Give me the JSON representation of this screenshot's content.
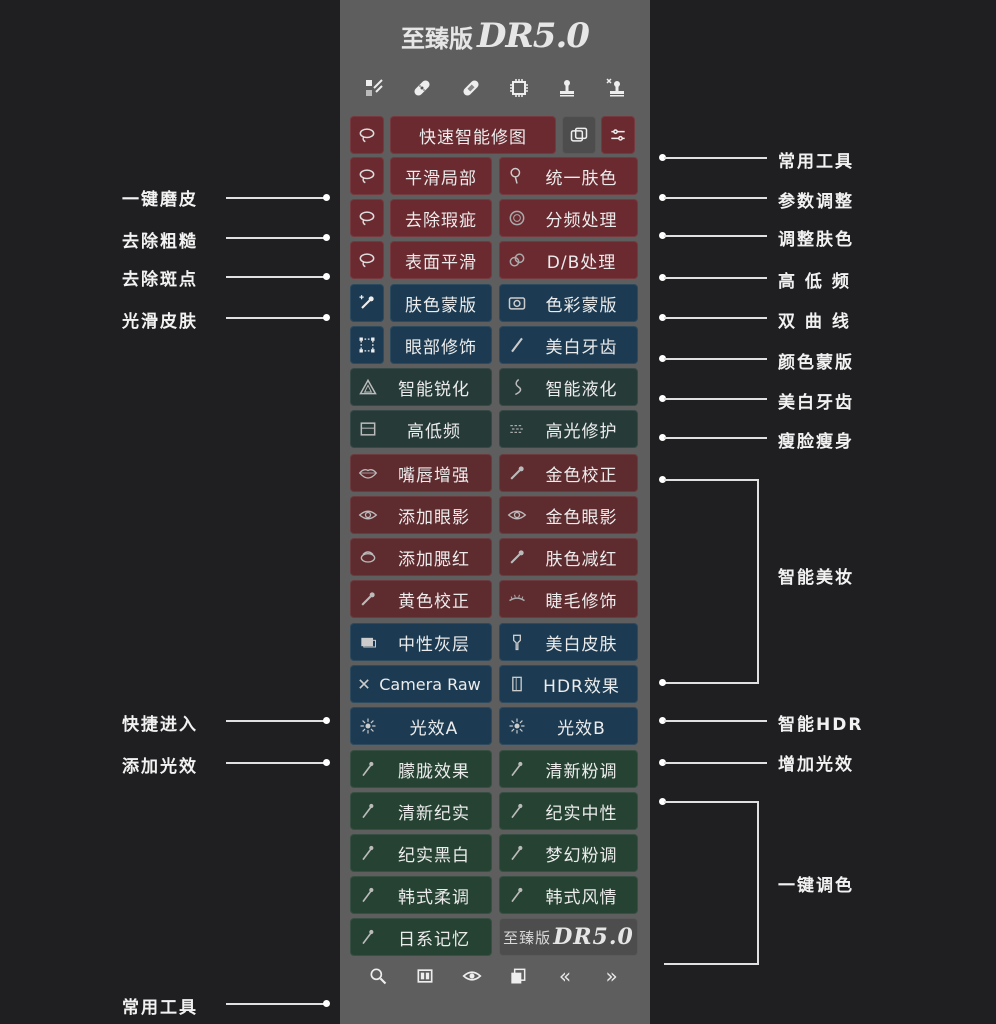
{
  "brand": {
    "cn": "至臻版",
    "en": "DR5.0"
  },
  "top_tools": [
    "brush-stamp-icon",
    "bandage-icon",
    "bandage-icon",
    "chip-icon",
    "stamp-icon",
    "stamp-x-icon"
  ],
  "quick": {
    "label": "快速智能修图"
  },
  "rows": [
    {
      "left": "平滑局部",
      "right": "统一肤色"
    },
    {
      "left": "去除瑕疵",
      "right": "分频处理"
    },
    {
      "left": "表面平滑",
      "right": "D/B处理"
    },
    {
      "left": "肤色蒙版",
      "right": "色彩蒙版"
    },
    {
      "left": "眼部修饰",
      "right": "美白牙齿"
    },
    {
      "left": "智能锐化",
      "right": "智能液化"
    },
    {
      "left": "高低频",
      "right": "高光修护"
    },
    {
      "left": "嘴唇增强",
      "right": "金色校正"
    },
    {
      "left": "添加眼影",
      "right": "金色眼影"
    },
    {
      "left": "添加腮红",
      "right": "肤色减红"
    },
    {
      "left": "黄色校正",
      "right": "睫毛修饰"
    },
    {
      "left": "中性灰层",
      "right": "美白皮肤"
    },
    {
      "left": "Camera Raw",
      "right": "HDR效果"
    },
    {
      "left": "光效A",
      "right": "光效B"
    },
    {
      "left": "朦胧效果",
      "right": "清新粉调"
    },
    {
      "left": "清新纪实",
      "right": "纪实中性"
    },
    {
      "left": "纪实黑白",
      "right": "梦幻粉调"
    },
    {
      "left": "韩式柔调",
      "right": "韩式风情"
    },
    {
      "left": "日系记忆",
      "right": ""
    }
  ],
  "bottom_icons": [
    "search-icon",
    "columns-icon",
    "eye-icon",
    "layers-icon",
    "prev-icon",
    "next-icon"
  ],
  "bottom_glyphs": {
    "prev": "«",
    "next": "»"
  },
  "left_labels": [
    "一键磨皮",
    "去除粗糙",
    "去除斑点",
    "光滑皮肤",
    "快捷进入",
    "添加光效",
    "常用工具"
  ],
  "right_labels": [
    "常用工具",
    "参数调整",
    "调整肤色",
    "高 低 频",
    "双 曲 线",
    "颜色蒙版",
    "美白牙齿",
    "瘦脸瘦身",
    "智能美妆",
    "智能HDR",
    "增加光效",
    "一键调色"
  ]
}
